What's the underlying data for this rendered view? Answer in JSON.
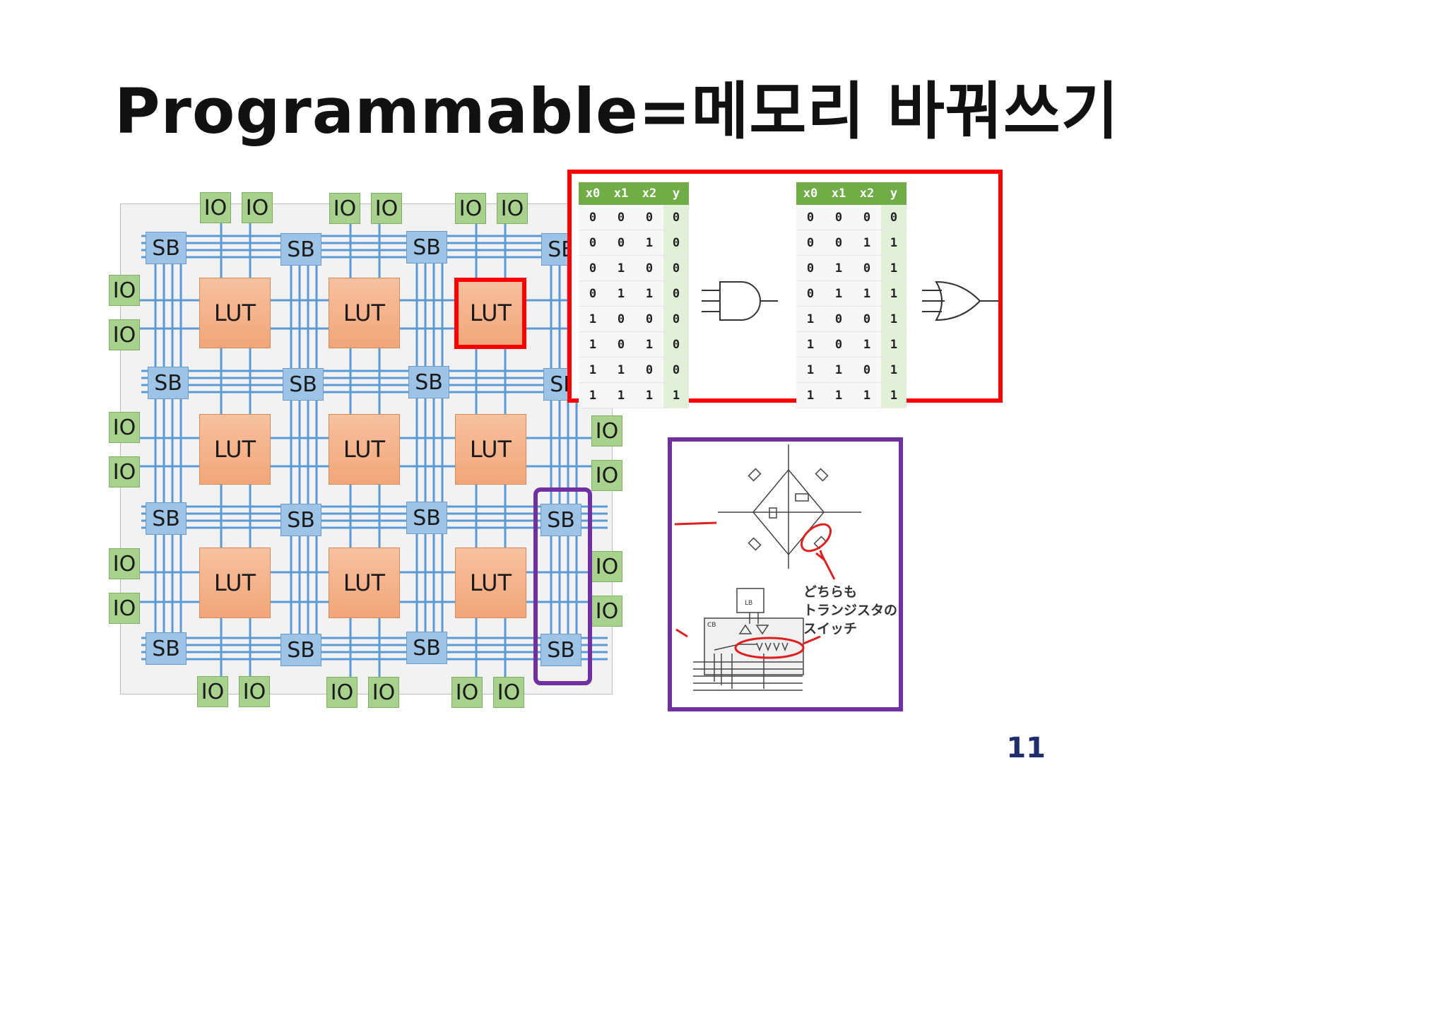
{
  "slide": {
    "title": "Programmable=메모리 바꿔쓰기",
    "page_number": "11"
  },
  "fabric": {
    "io_label": "IO",
    "sb_label": "SB",
    "lut_label": "LUT",
    "colors": {
      "io": "#a9d18e",
      "sb": "#9dc3e6",
      "lut": "#f4b183",
      "wire": "#5b9bd5"
    }
  },
  "truth_tables": {
    "headers": [
      "x0",
      "x1",
      "x2",
      "y"
    ],
    "and_table": [
      [
        0,
        0,
        0,
        0
      ],
      [
        0,
        0,
        1,
        0
      ],
      [
        0,
        1,
        0,
        0
      ],
      [
        0,
        1,
        1,
        0
      ],
      [
        1,
        0,
        0,
        0
      ],
      [
        1,
        0,
        1,
        0
      ],
      [
        1,
        1,
        0,
        0
      ],
      [
        1,
        1,
        1,
        1
      ]
    ],
    "or_table": [
      [
        0,
        0,
        0,
        0
      ],
      [
        0,
        0,
        1,
        1
      ],
      [
        0,
        1,
        0,
        1
      ],
      [
        0,
        1,
        1,
        1
      ],
      [
        1,
        0,
        0,
        1
      ],
      [
        1,
        0,
        1,
        1
      ],
      [
        1,
        1,
        0,
        1
      ],
      [
        1,
        1,
        1,
        1
      ]
    ],
    "and_gate_icon": "and-gate-icon",
    "or_gate_icon": "or-gate-icon"
  },
  "switch_panel": {
    "annotation_line1": "どちらも",
    "annotation_line2": "トランジスタの",
    "annotation_line3": "スイッチ",
    "lb_label": "LB",
    "cb_label": "CB"
  },
  "highlight_colors": {
    "lut_highlight": "#ff0000",
    "sb_highlight": "#7030a0"
  }
}
